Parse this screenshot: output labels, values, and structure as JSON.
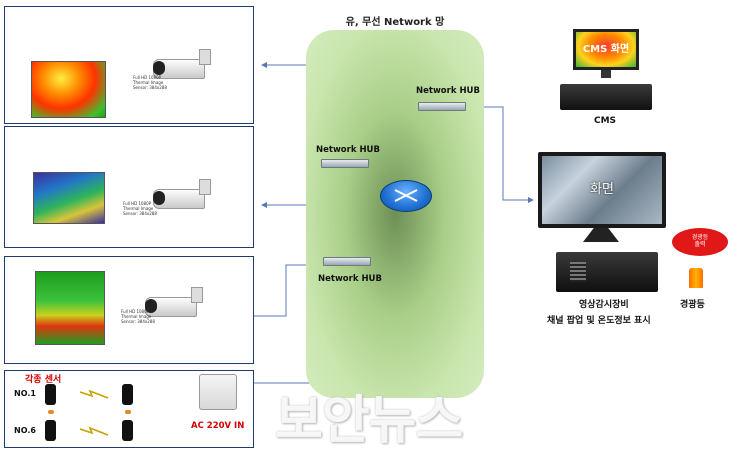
{
  "network_title": "유, 무선 Network 망",
  "hubs": [
    "Network HUB",
    "Network HUB",
    "Network HUB"
  ],
  "cms": {
    "screen_text": "CMS 화면",
    "label": "CMS"
  },
  "monitor_text": "화면",
  "devices": {
    "line1": "영상감시장비",
    "line2": "채널 팝업 및 온도정보 표시"
  },
  "alarm": {
    "bubble_text": "경광등\n출력",
    "label": "경광등"
  },
  "sensors": {
    "title": "각종 센서",
    "no1": "NO.1",
    "no6": "NO.6",
    "power": "AC 220V IN"
  },
  "camera_spec": "Full HD 1080P\nThermal Image\nSensor: 384x288",
  "watermark": "보안뉴스",
  "colors": {
    "panel_border": "#1f3a6e",
    "link": "#5a78b5",
    "sensor_red": "#d40000",
    "alarm_bubble": "#e01818"
  }
}
